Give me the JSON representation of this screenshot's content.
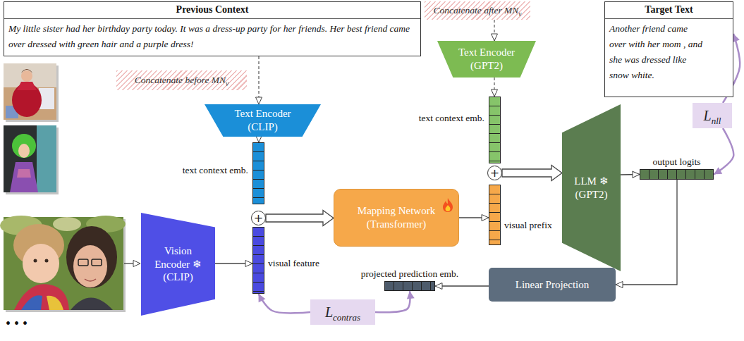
{
  "diagram": {
    "nodes": [
      {
        "text": [
          "Previous Context",
          "My little sister had her birthday party today. It was a dress-up party for her friends. Her best friend came over dressed with green hair and a purple dress!"
        ]
      },
      {
        "text": [
          "Concatenate after MN",
          "v"
        ]
      },
      {
        "text": [
          "Target Text",
          "Another friend came over with her mom , and she was dressed like snow white."
        ]
      },
      {
        "text": [
          "Text Encoder (GPT2)"
        ]
      },
      {
        "text": [
          "Concatenate before MN",
          "v"
        ]
      },
      {
        "text": [
          "L",
          "nll"
        ]
      },
      {
        "text": [
          "Text Encoder (CLIP)"
        ]
      },
      {
        "text": [
          "text context emb."
        ]
      },
      {
        "text": [
          "LLM ❄ (GPT2)"
        ]
      },
      {
        "text": [
          "text context emb."
        ]
      },
      {
        "text": [
          "output logits"
        ]
      },
      {
        "text": [
          "+"
        ]
      },
      {
        "text": [
          "visual prefix"
        ]
      },
      {
        "text": [
          "Mapping Network (Transformer)"
        ]
      },
      {
        "text": [
          "+"
        ]
      },
      {
        "text": [
          "Vision Encoder ❄ (CLIP)"
        ]
      },
      {
        "text": [
          "visual feature"
        ]
      },
      {
        "text": [
          "Linear Projection"
        ]
      },
      {
        "text": [
          "projected prediction emb."
        ]
      },
      {
        "text": [
          "L",
          "contras"
        ]
      }
    ],
    "edges": [
      {
        "from": 0,
        "to": 6,
        "arrow": "to"
      },
      {
        "from": 1,
        "to": 3,
        "arrow": "to"
      },
      {
        "from": 6,
        "to": 9,
        "arrow": "to"
      },
      {
        "from": 3,
        "to": 7,
        "arrow": "to"
      },
      {
        "from": 15,
        "to": 16,
        "arrow": "to"
      },
      {
        "from": 14,
        "to": 13,
        "arrow": "to"
      },
      {
        "from": 13,
        "to": 12,
        "arrow": "to"
      },
      {
        "from": 11,
        "to": 8,
        "arrow": "to"
      },
      {
        "from": 8,
        "to": 10,
        "arrow": "to"
      },
      {
        "from": 10,
        "to": 17,
        "arrow": "to"
      },
      {
        "from": 17,
        "to": 18,
        "arrow": "to"
      },
      {
        "from": 5,
        "to": 2,
        "arrow": "to"
      },
      {
        "from": 5,
        "to": 10,
        "arrow": "to"
      },
      {
        "from": 19,
        "to": 16,
        "arrow": "to"
      },
      {
        "from": 19,
        "to": 18,
        "arrow": "to"
      }
    ],
    "labels": [
      "• • •"
    ]
  }
}
